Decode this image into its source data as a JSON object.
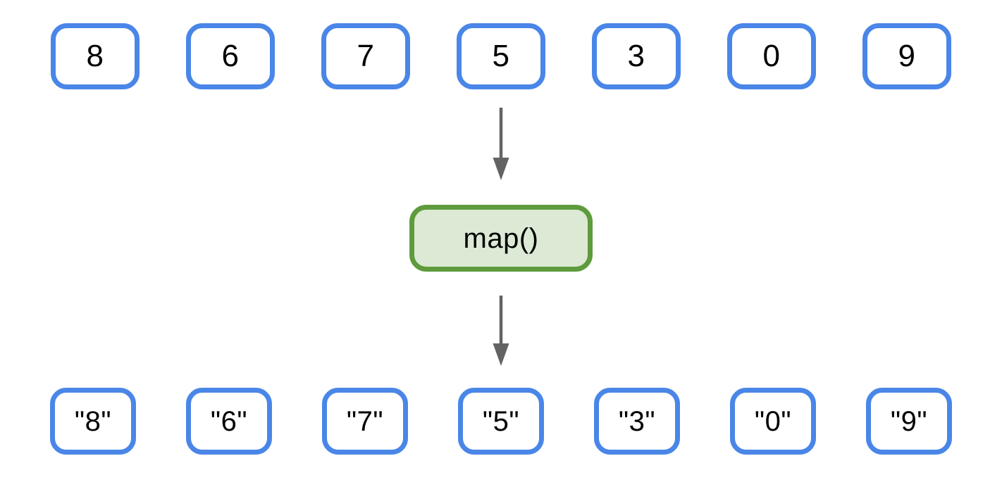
{
  "diagram": {
    "title_semantic": "map-function-transformation",
    "input_row": {
      "values": [
        "8",
        "6",
        "7",
        "5",
        "3",
        "0",
        "9"
      ]
    },
    "function_box": {
      "label": "map()"
    },
    "output_row": {
      "values": [
        "\"8\"",
        "\"6\"",
        "\"7\"",
        "\"5\"",
        "\"3\"",
        "\"0\"",
        "\"9\""
      ]
    },
    "colors": {
      "value_box_border": "#4A86E8",
      "value_box_fill": "#FFFFFF",
      "function_box_border": "#5E9B3C",
      "function_box_fill": "#DCE9D5",
      "arrow": "#636363",
      "text": "#000000"
    }
  }
}
